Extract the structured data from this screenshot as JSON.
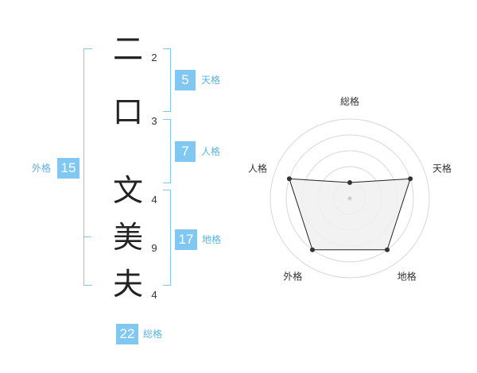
{
  "name": {
    "chars": [
      {
        "char": "二",
        "strokes": "2"
      },
      {
        "char": "口",
        "strokes": "3"
      },
      {
        "char": "文",
        "strokes": "4"
      },
      {
        "char": "美",
        "strokes": "9"
      },
      {
        "char": "夫",
        "strokes": "4"
      }
    ]
  },
  "kaku": {
    "tenkaku": {
      "value": "5",
      "label": "天格"
    },
    "jinkaku": {
      "value": "7",
      "label": "人格"
    },
    "chikaku": {
      "value": "17",
      "label": "地格"
    },
    "gaikaku": {
      "value": "15",
      "label": "外格"
    },
    "soukaku": {
      "value": "22",
      "label": "総格"
    }
  },
  "chart_data": {
    "type": "radar",
    "axes": [
      "総格",
      "天格",
      "地格",
      "外格",
      "人格"
    ],
    "values": [
      1,
      4,
      4,
      4,
      4
    ],
    "max": 5,
    "rings": 5,
    "grid": true,
    "colors": {
      "fill": "#f0f0f0",
      "stroke": "#222222",
      "grid": "#d8d8d8",
      "point": "#333333"
    }
  },
  "colors": {
    "accent": "#80c8f2",
    "label": "#5ab3e4"
  }
}
